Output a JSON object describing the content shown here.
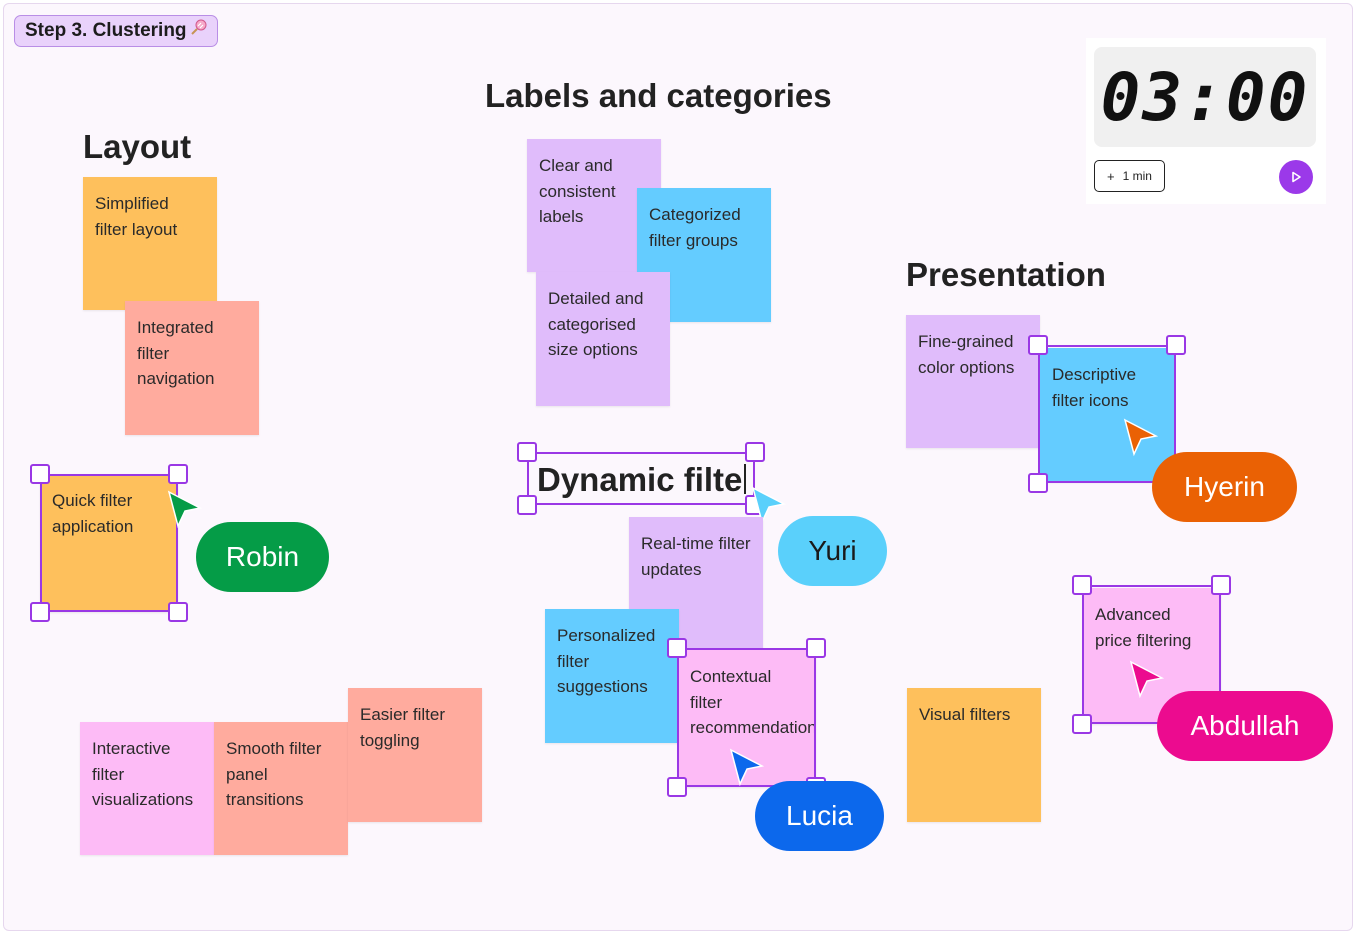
{
  "step_label": {
    "text": "Step 3. Clustering",
    "icon": "lollipop-icon"
  },
  "headings": {
    "labels": "Labels and categories",
    "layout": "Layout",
    "presentation": "Presentation",
    "dynamic": "Dynamic filte"
  },
  "stickies": {
    "simplified": "Simplified filter layout",
    "integrated": "Integrated filter navigation",
    "quick": "Quick filter application",
    "interactive": "Interactive filter visualizations",
    "smooth": "Smooth filter panel transitions",
    "easier": "Easier filter toggling",
    "clear": "Clear and consistent labels",
    "categorized": "Categorized filter groups",
    "detailed": "Detailed and categorised size options",
    "realtime": "Real-time filter updates",
    "personalized": "Personalized filter suggestions",
    "contextual": "Contextual filter recommendations",
    "finegrained": "Fine-grained color options",
    "descriptive": "Descriptive filter icons",
    "advanced": "Advanced price filtering",
    "visual": "Visual filters"
  },
  "collaborators": {
    "robin": {
      "name": "Robin",
      "color": "#059c47"
    },
    "yuri": {
      "name": "Yuri",
      "color": "#5ad0fb"
    },
    "lucia": {
      "name": "Lucia",
      "color": "#0c68ec"
    },
    "hyerin": {
      "name": "Hyerin",
      "color": "#ea6104"
    },
    "abdullah": {
      "name": "Abdullah",
      "color": "#ec0b8f"
    }
  },
  "timer": {
    "time": "03:00",
    "add_label": "1 min",
    "add_icon": "plus-icon",
    "play_icon": "play-icon"
  },
  "colors": {
    "orange": "#fec05c",
    "salmon": "#ffab9e",
    "purple": "#e0bcfb",
    "blue": "#64ccff",
    "pink": "#fdbbf6",
    "selection": "#9a38e5"
  }
}
